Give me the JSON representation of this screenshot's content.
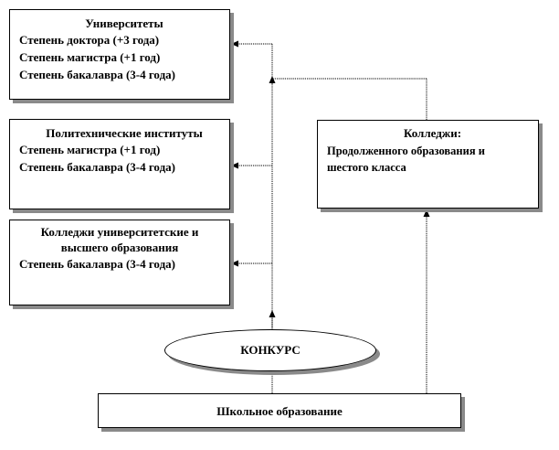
{
  "universities": {
    "title": "Университеты",
    "lines": [
      "Степень доктора (+3 года)",
      "Степень магистра (+1 год)",
      "Степень бакалавра (3-4 года)"
    ]
  },
  "polytechnics": {
    "title": "Политехнические институты",
    "lines": [
      "Степень магистра (+1 год)",
      "Степень бакалавра (3-4 года)"
    ]
  },
  "university_colleges": {
    "title": "Колледжи университетские и высшего образования",
    "lines": [
      "Степень бакалавра (3-4 года)"
    ]
  },
  "colleges": {
    "title": "Колледжи:",
    "text": "Продолженного образования и шестого класса"
  },
  "competition": {
    "label": "КОНКУРС"
  },
  "school": {
    "label": "Школьное образование"
  }
}
